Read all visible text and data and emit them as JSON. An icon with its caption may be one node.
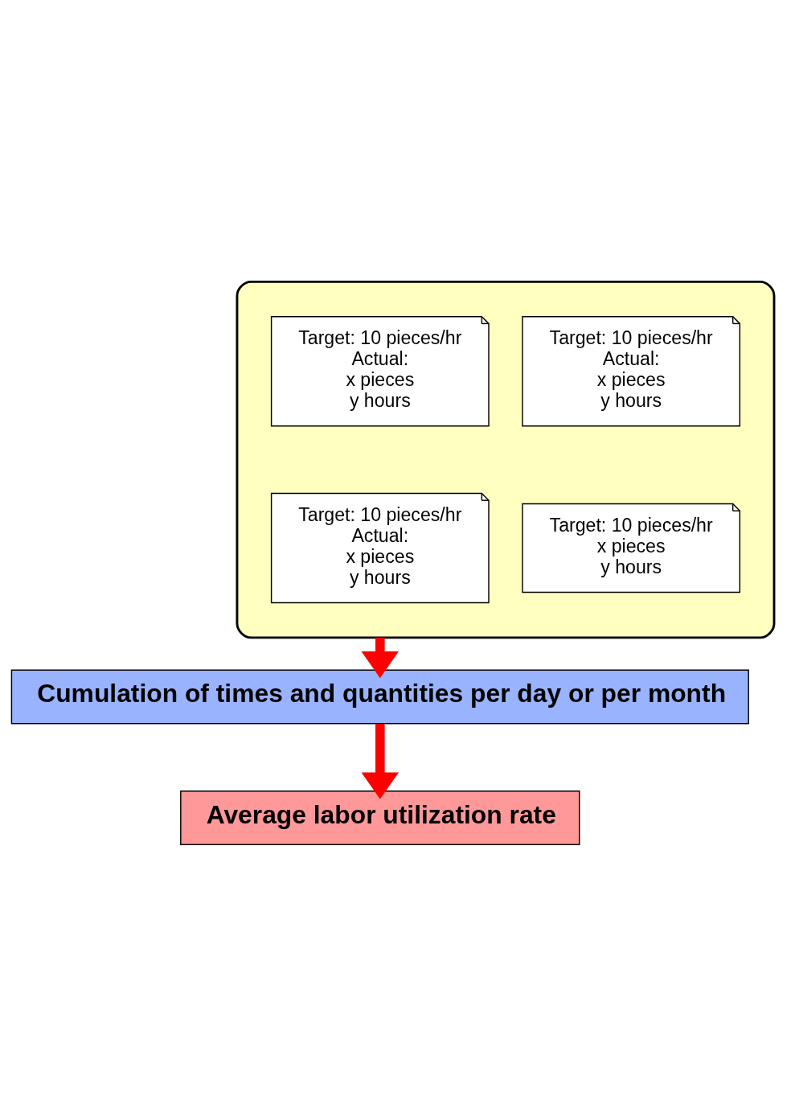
{
  "diagram": {
    "nodes": [
      {
        "text": [],
        "shape": "ellipse"
      },
      {
        "text": [
          "Target: 10 pieces/hr",
          "Actual:",
          "x pieces",
          "y hours"
        ],
        "in": 0
      },
      {
        "text": [
          "Target: 10 pieces/hr",
          "Actual:",
          "x pieces",
          "y hours"
        ],
        "in": 0
      },
      {
        "text": [
          "Target: 10 pieces/hr",
          "x pieces",
          "y hours"
        ],
        "in": 0
      },
      {
        "text": [
          "Target: 10 pieces/hr",
          "Actual:",
          "x pieces",
          "y hours"
        ],
        "in": 0
      },
      {
        "text": [
          "Cumulation of times and quantities per day or per month"
        ]
      },
      {
        "text": [
          "Average labor utilization rate"
        ]
      }
    ],
    "edges": [
      {
        "from": 0,
        "to": 5,
        "arrow": "to"
      },
      {
        "from": 5,
        "to": 6,
        "arrow": "to"
      }
    ]
  }
}
